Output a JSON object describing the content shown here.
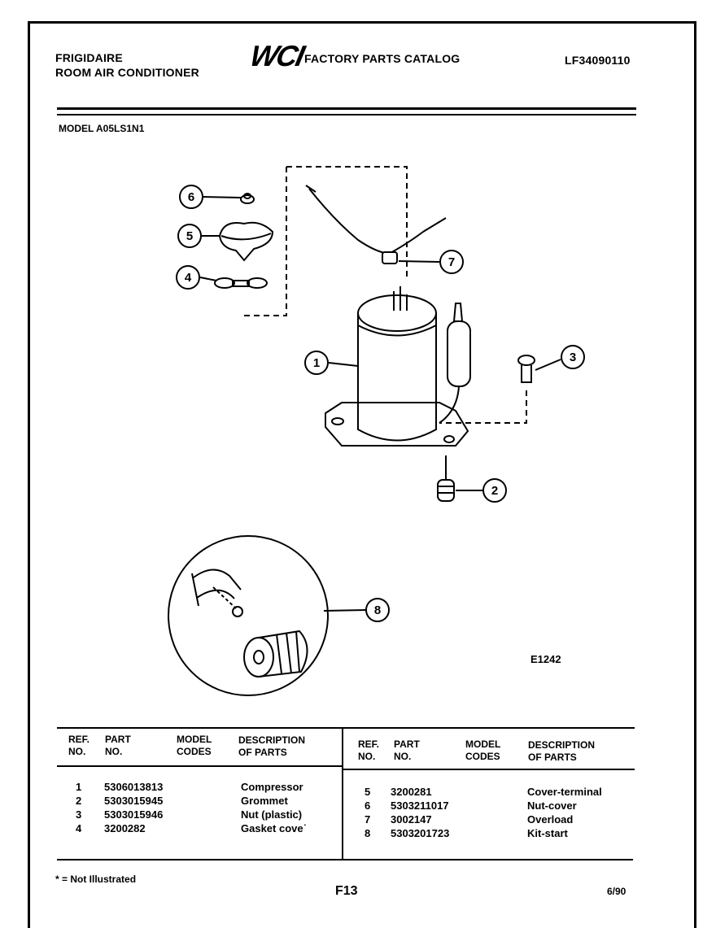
{
  "header": {
    "brand_line1": "FRIGIDAIRE",
    "brand_line2": "ROOM AIR CONDITIONER",
    "logo_text": "WCI",
    "catalog_title": "FACTORY PARTS CATALOG",
    "catalog_number": "LF34090110",
    "model_label": "MODEL A05LS1N1"
  },
  "diagram": {
    "callouts": [
      "1",
      "2",
      "3",
      "4",
      "5",
      "6",
      "7",
      "8"
    ],
    "figure_code": "E1242"
  },
  "parts_table": {
    "headers": {
      "ref": "REF. NO.",
      "part": "PART NO.",
      "model": "MODEL CODES",
      "desc": "DESCRIPTION OF PARTS"
    },
    "left": [
      {
        "ref": "1",
        "part": "5306013813",
        "model": "",
        "desc": "Compressor"
      },
      {
        "ref": "2",
        "part": "5303015945",
        "model": "",
        "desc": "Grommet"
      },
      {
        "ref": "3",
        "part": "5303015946",
        "model": "",
        "desc": "Nut (plastic)"
      },
      {
        "ref": "4",
        "part": "3200282",
        "model": "",
        "desc": "Gasket cove˙"
      }
    ],
    "right": [
      {
        "ref": "5",
        "part": "3200281",
        "model": "",
        "desc": "Cover-terminal"
      },
      {
        "ref": "6",
        "part": "5303211017",
        "model": "",
        "desc": "Nut-cover"
      },
      {
        "ref": "7",
        "part": "3002147",
        "model": "",
        "desc": "Overload"
      },
      {
        "ref": "8",
        "part": "5303201723",
        "model": "",
        "desc": "Kit-start"
      }
    ]
  },
  "footer": {
    "note": "* = Not Illustrated",
    "page": "F13",
    "date": "6/90"
  }
}
